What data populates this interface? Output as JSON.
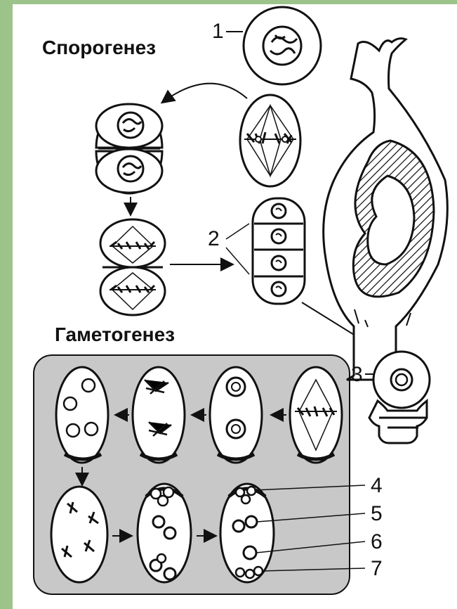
{
  "titles": {
    "sporogenesis": "Спорогенез",
    "gametogenesis": "Гаметогенез"
  },
  "markers": [
    "1",
    "2",
    "3",
    "4",
    "5",
    "6",
    "7"
  ],
  "colors": {
    "background": "#9cc48a",
    "panel": "#c8c8c8",
    "stroke": "#111111"
  }
}
